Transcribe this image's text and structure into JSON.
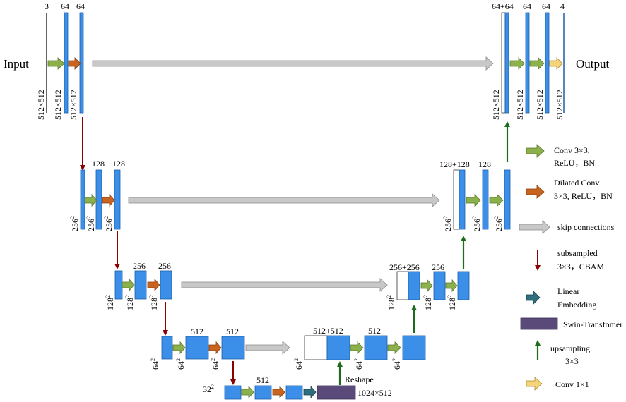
{
  "labels": {
    "input": "Input",
    "output": "Output",
    "reshape": "Reshape",
    "size_1024": "1024×512"
  },
  "channels": {
    "in3": "3",
    "e1a": "64",
    "e1b": "64",
    "e2a": "128",
    "e2b": "128",
    "e3a": "256",
    "e3b": "256",
    "e4": "512",
    "e4b": "512",
    "b": "512",
    "d4cat": "512+512",
    "d4": "512",
    "d3cat": "256+256",
    "d3": "256",
    "d2cat": "128+128",
    "d2": "128",
    "d1cat": "64+64",
    "d1a": "64",
    "d1b": "64",
    "out4": "4"
  },
  "sizes": {
    "s512": "512×512",
    "s256": "256",
    "s128": "128",
    "s64": "64",
    "s32": "32",
    "sup": "2"
  },
  "legend": {
    "conv_line1": "Conv 3×3,",
    "conv_line2": "ReLU，BN",
    "dilated_line1": "Dilated Conv",
    "dilated_line2": "3×3, ReLU，BN",
    "skip": "skip connections",
    "sub_line1": "subsampled",
    "sub_line2": "3×3，CBAM",
    "linear_line1": "Linear",
    "linear_line2": "Embedding",
    "swin": "Swin-Transfomer",
    "up_line1": "upsampling",
    "up_line2": "3×3",
    "conv1": "Conv 1×1"
  },
  "colors": {
    "blue": "#3b8fe8",
    "blue_stroke": "#1f5fa8",
    "green_arrow": "#8cb04c",
    "orange_arrow": "#c8641e",
    "gray_arrow": "#c8c8c8",
    "red_arrow": "#8b0000",
    "teal_arrow": "#2e6e7e",
    "swin": "#5a4a7a",
    "up_arrow": "#1d6b1d",
    "yellow_arrow": "#f5d37a"
  }
}
